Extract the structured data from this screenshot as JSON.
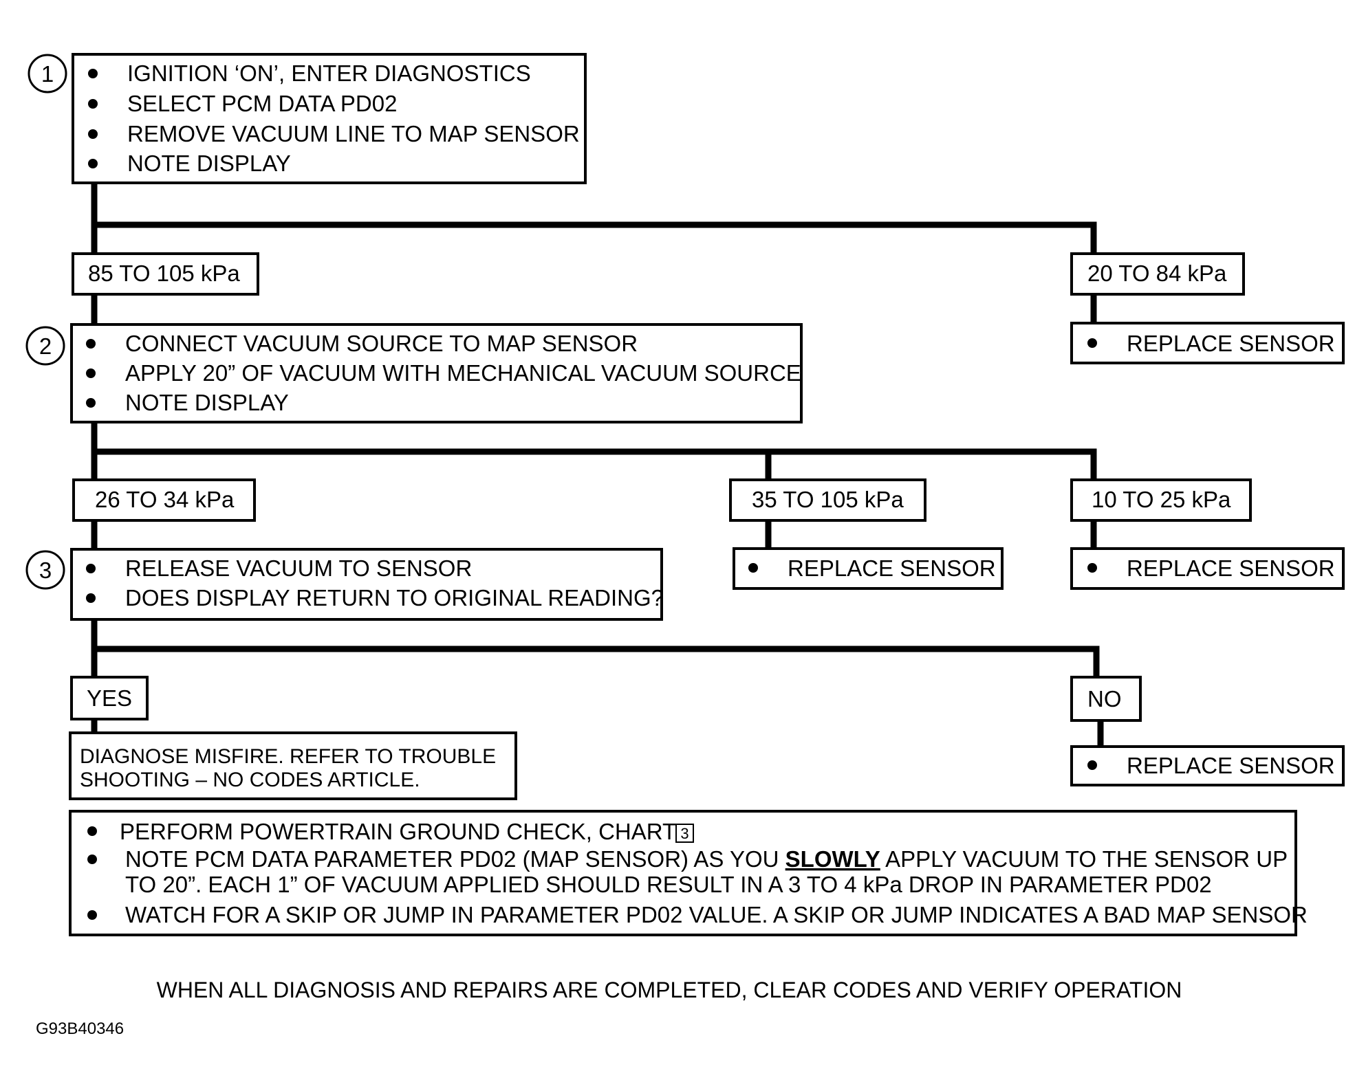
{
  "step1": {
    "number": "1",
    "lines": [
      "IGNITION ‘ON’, ENTER DIAGNOSTICS",
      "SELECT PCM DATA PD02",
      "REMOVE VACUUM LINE TO MAP SENSOR",
      "NOTE DISPLAY"
    ]
  },
  "branch1": {
    "left_label": "85 TO 105 kPa",
    "right_label": "20 TO 84 kPa",
    "right_action": "REPLACE SENSOR"
  },
  "step2": {
    "number": "2",
    "lines": [
      "CONNECT VACUUM SOURCE TO MAP SENSOR",
      "APPLY 20” OF VACUUM WITH MECHANICAL VACUUM SOURCE",
      "NOTE DISPLAY"
    ]
  },
  "branch2": {
    "left_label": "26 TO 34 kPa",
    "middle_label": "35 TO 105 kPa",
    "middle_action": "REPLACE SENSOR",
    "right_label": "10 TO 25 kPa",
    "right_action": "REPLACE SENSOR"
  },
  "step3": {
    "number": "3",
    "lines": [
      "RELEASE VACUUM TO SENSOR",
      "DOES DISPLAY RETURN TO ORIGINAL READING?"
    ]
  },
  "branch3": {
    "yes_label": "YES",
    "no_label": "NO",
    "no_action": "REPLACE SENSOR"
  },
  "misfire": {
    "line1": "DIAGNOSE MISFIRE. REFER TO TROUBLE",
    "line2": "SHOOTING  –  NO CODES ARTICLE."
  },
  "final": {
    "item1": "PERFORM POWERTRAIN GROUND CHECK, CHART",
    "item1_ref": "3",
    "item2_pre": "NOTE PCM DATA PARAMETER PD02 (MAP SENSOR) AS YOU",
    "item2_emph": "SLOWLY",
    "item2_post": "APPLY VACUUM TO THE SENSOR UP",
    "item2_line2": "TO 20”.  EACH 1” OF VACUUM APPLIED SHOULD RESULT IN A 3 TO 4 kPa DROP IN PARAMETER PD02",
    "item3": "WATCH FOR A SKIP OR JUMP IN PARAMETER PD02 VALUE. A SKIP OR JUMP INDICATES A BAD MAP SENSOR"
  },
  "footer": {
    "note": "WHEN ALL DIAGNOSIS AND REPAIRS ARE COMPLETED, CLEAR CODES AND VERIFY OPERATION",
    "code": "G93B40346"
  }
}
